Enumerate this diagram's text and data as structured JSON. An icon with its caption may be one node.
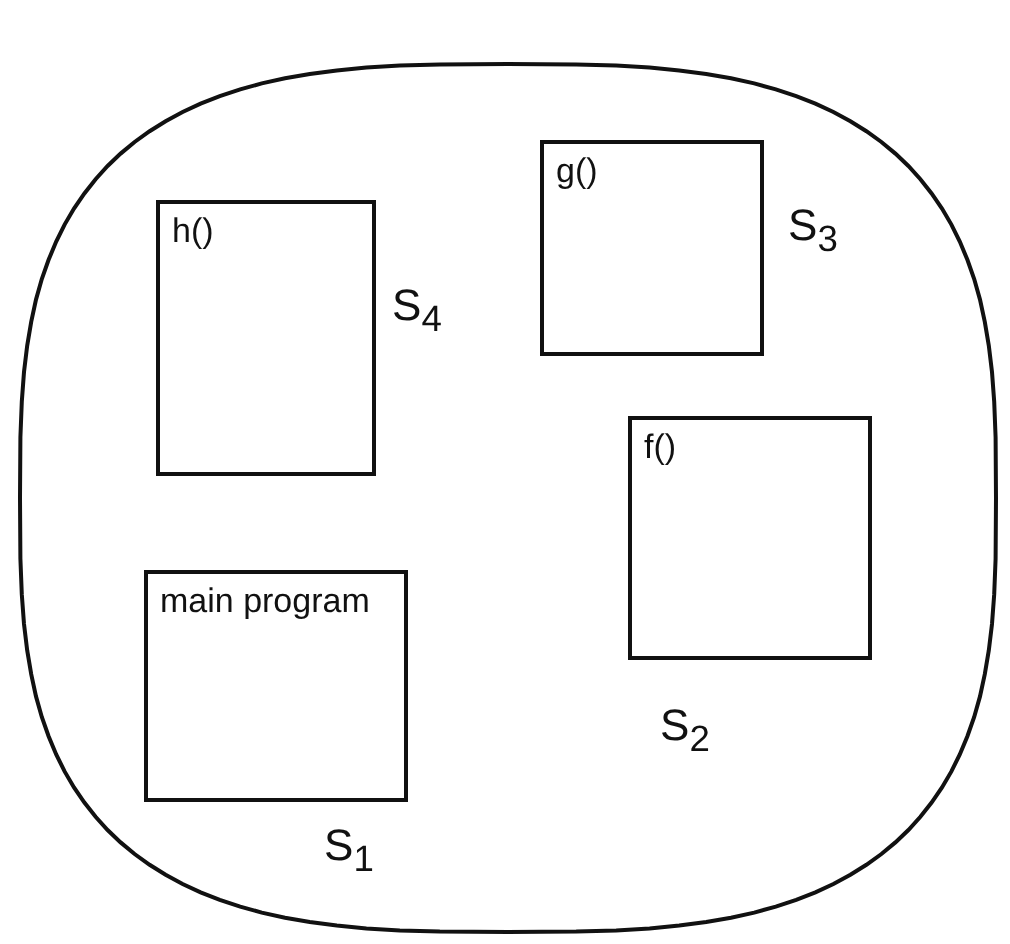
{
  "diagram": {
    "nodes": [
      {
        "text": [],
        "shape": "circle"
      },
      {
        "text": [
          "h()"
        ],
        "beside": [
          "S$_{4}$"
        ],
        "in": 0
      },
      {
        "text": [
          "g()"
        ],
        "beside": [
          "S$_{3}$"
        ],
        "in": 0
      },
      {
        "text": [
          "f()"
        ],
        "beside": [
          "S$_{2}$"
        ],
        "in": 0
      },
      {
        "text": [
          "main program"
        ],
        "beside": [
          "S$_{1}$"
        ],
        "in": 0
      }
    ],
    "edges": []
  }
}
